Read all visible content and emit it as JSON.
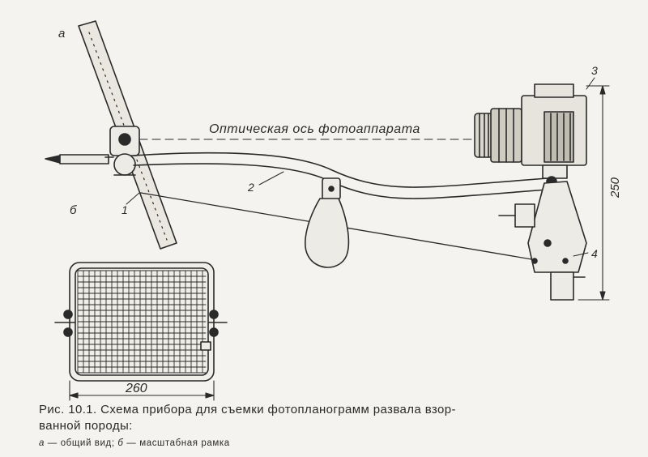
{
  "figure": {
    "label_a": "а",
    "label_b": "б",
    "optical_axis": "Оптическая ось фотоаппарата",
    "part_1": "1",
    "part_2": "2",
    "part_3": "3",
    "part_4": "4",
    "dim_height": "250",
    "dim_width": "260"
  },
  "caption": {
    "line1": "Рис. 10.1. Схема прибора для съемки фотопланограмм развала взор-",
    "line2": "ванной породы:",
    "line3_a": "а",
    "line3_a_text": " — общий вид;  ",
    "line3_b": "б",
    "line3_b_text": " — масштабная рамка"
  }
}
